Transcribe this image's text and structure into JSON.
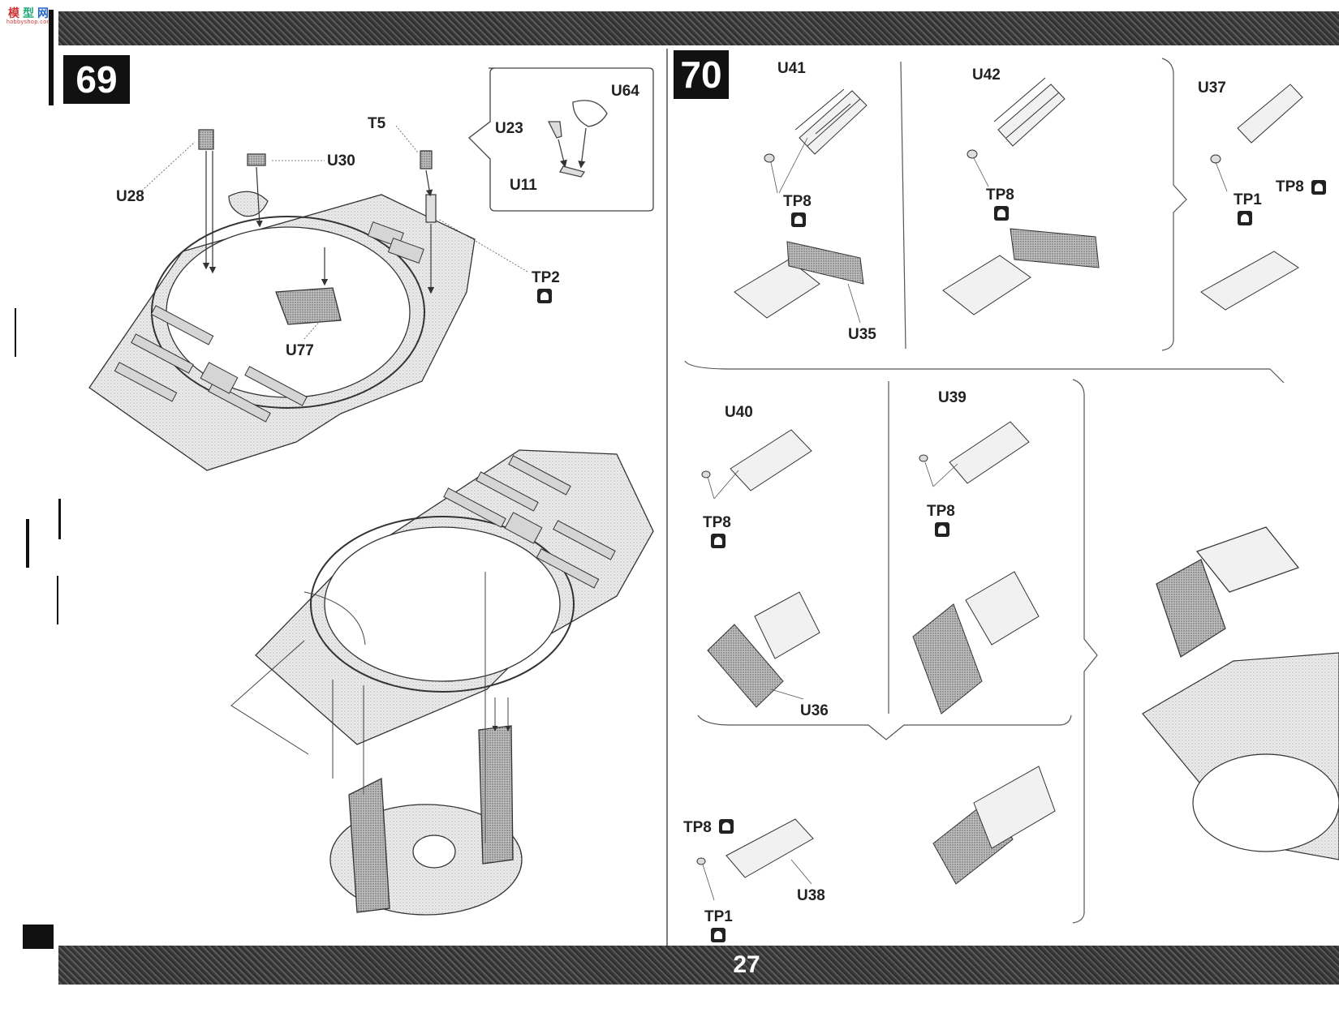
{
  "logo": {
    "chars": [
      "模",
      "型",
      "网"
    ],
    "sub": "hobbyshop.com"
  },
  "steps": {
    "step69": "69",
    "step70": "70"
  },
  "page_number": "27",
  "labels69": {
    "u28": "U28",
    "u30": "U30",
    "t5": "T5",
    "u23": "U23",
    "u64": "U64",
    "u11": "U11",
    "tp2": "TP2",
    "u77": "U77"
  },
  "labels70": {
    "u41": "U41",
    "tp8_a": "TP8",
    "u35": "U35",
    "u42": "U42",
    "tp8_b": "TP8",
    "u37": "U37",
    "tp1_a": "TP1",
    "tp8_c": "TP8",
    "u40": "U40",
    "tp8_d": "TP8",
    "u36": "U36",
    "u39": "U39",
    "tp8_e": "TP8",
    "tp8_f": "TP8",
    "tp1_b": "TP1",
    "u38": "U38"
  },
  "icons": {
    "warning": "cement-caution-icon"
  }
}
